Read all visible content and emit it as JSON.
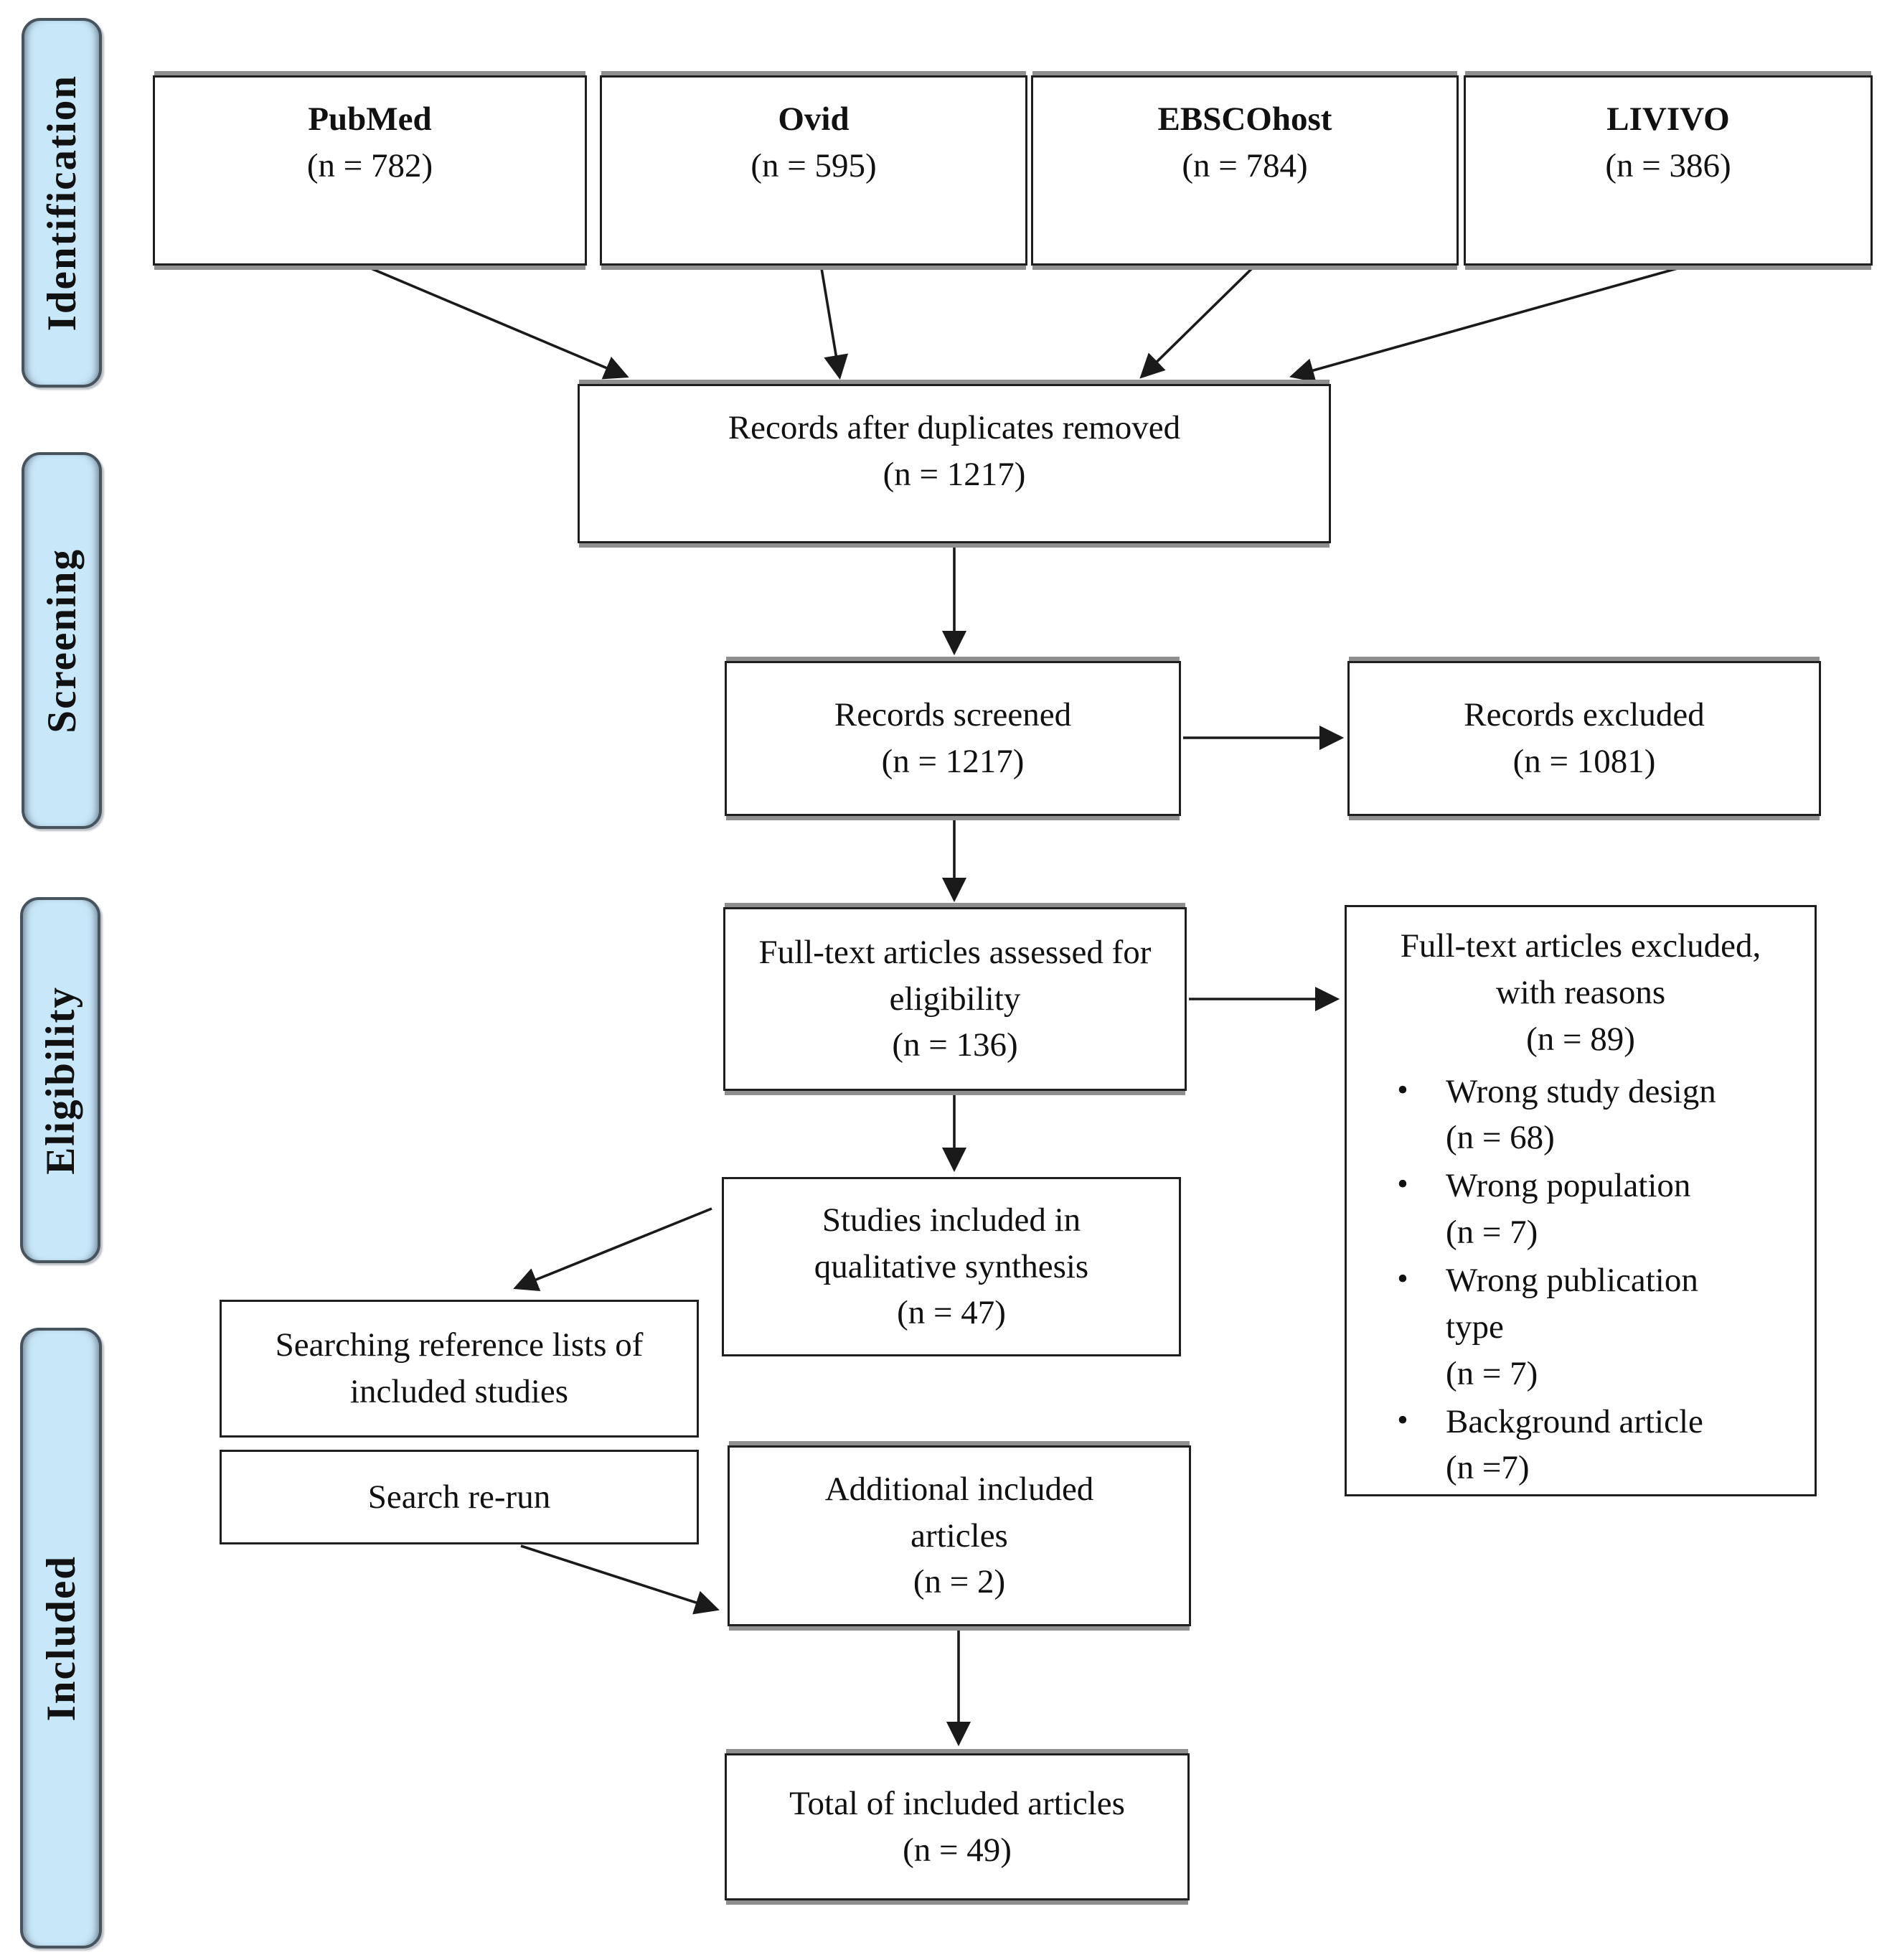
{
  "stages": {
    "identification": "Identification",
    "screening": "Screening",
    "eligibility": "Eligibility",
    "included": "Included"
  },
  "sources": [
    {
      "name": "PubMed",
      "count": "(n = 782)"
    },
    {
      "name": "Ovid",
      "count": "(n = 595)"
    },
    {
      "name": "EBSCOhost",
      "count": "(n = 784)"
    },
    {
      "name": "LIVIVO",
      "count": "(n = 386)"
    }
  ],
  "boxes": {
    "duplicates_removed": {
      "text": "Records after duplicates removed",
      "count": "(n = 1217)"
    },
    "records_screened": {
      "text": "Records screened",
      "count": "(n = 1217)"
    },
    "records_excluded": {
      "text": "Records excluded",
      "count": "(n = 1081)"
    },
    "fulltext_assessed": {
      "text": "Full-text articles assessed for eligibility",
      "count": "(n = 136)"
    },
    "fulltext_excluded": {
      "title": "Full-text articles excluded, with reasons",
      "count": "(n = 89)",
      "reasons": [
        {
          "label": "Wrong study design",
          "count": "(n = 68)"
        },
        {
          "label": "Wrong population",
          "count": "(n = 7)"
        },
        {
          "label": "Wrong publication type",
          "count": "(n = 7)"
        },
        {
          "label": "Background article",
          "count": "(n =7)"
        }
      ]
    },
    "qualitative_synthesis": {
      "text": "Studies included in qualitative synthesis",
      "count": "(n = 47)"
    },
    "reference_lists": {
      "text": "Searching reference lists of included studies"
    },
    "search_rerun": {
      "text": "Search re-run"
    },
    "additional_articles": {
      "text": "Additional included articles",
      "count": "(n = 2)"
    },
    "total_included": {
      "text": "Total of included articles",
      "count": "(n = 49)"
    }
  },
  "colors": {
    "stage_fill": "#c8e7f8",
    "stage_border": "#47545e",
    "box_border": "#1f1f1f",
    "arrow": "#1a1a1a",
    "edge_shadow": "#8f8f8f"
  }
}
